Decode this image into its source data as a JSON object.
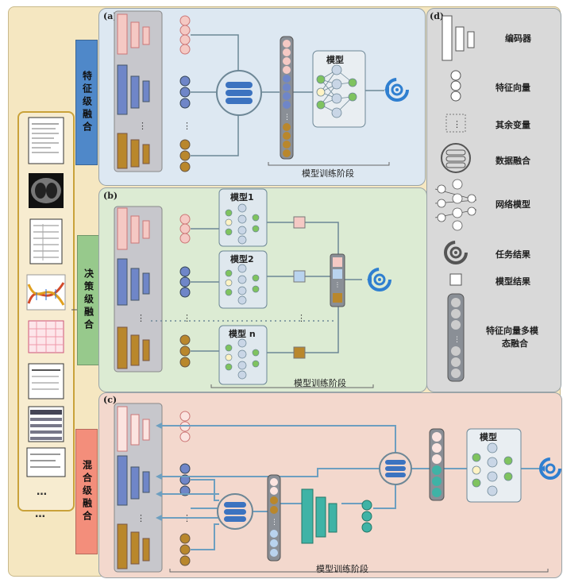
{
  "figure": {
    "panels": {
      "a": {
        "label": "(a)",
        "model_label": "模型",
        "stage_caption": "模型训练阶段"
      },
      "b": {
        "label": "(b)",
        "model_labels": [
          "模型1",
          "模型2",
          "模型 n"
        ],
        "stage_caption": "模型训练阶段"
      },
      "c": {
        "label": "(c)",
        "model_label": "模型",
        "stage_caption": "模型训练阶段"
      },
      "d": {
        "label": "(d)"
      }
    },
    "fusion_levels": [
      {
        "text": "特征级融合",
        "color": "#4f88c9"
      },
      {
        "text": "决策级融合",
        "color": "#97c98c"
      },
      {
        "text": "混合级融合",
        "color": "#f38e7b"
      }
    ],
    "legend": [
      {
        "label": "编码器",
        "icon": "encoder-icon"
      },
      {
        "label": "特征向量",
        "icon": "feature-vector-icon"
      },
      {
        "label": "其余变量",
        "icon": "other-variables-icon"
      },
      {
        "label": "数据融合",
        "icon": "data-fusion-icon"
      },
      {
        "label": "网络模型",
        "icon": "network-model-icon"
      },
      {
        "label": "任务结果",
        "icon": "task-result-icon"
      },
      {
        "label": "模型结果",
        "icon": "model-result-icon"
      },
      {
        "label": "特征向量多模",
        "label2": "态融合",
        "icon": "multimodal-fusion-icon"
      }
    ],
    "ellipsis": [
      "…",
      "…"
    ],
    "colors": {
      "pink": "#f5c9c4",
      "blue": "#6f86c8",
      "gold": "#b9872c",
      "teal": "#3fb3a6",
      "green": "#7fc35f",
      "target": "#2f7fd0"
    }
  }
}
